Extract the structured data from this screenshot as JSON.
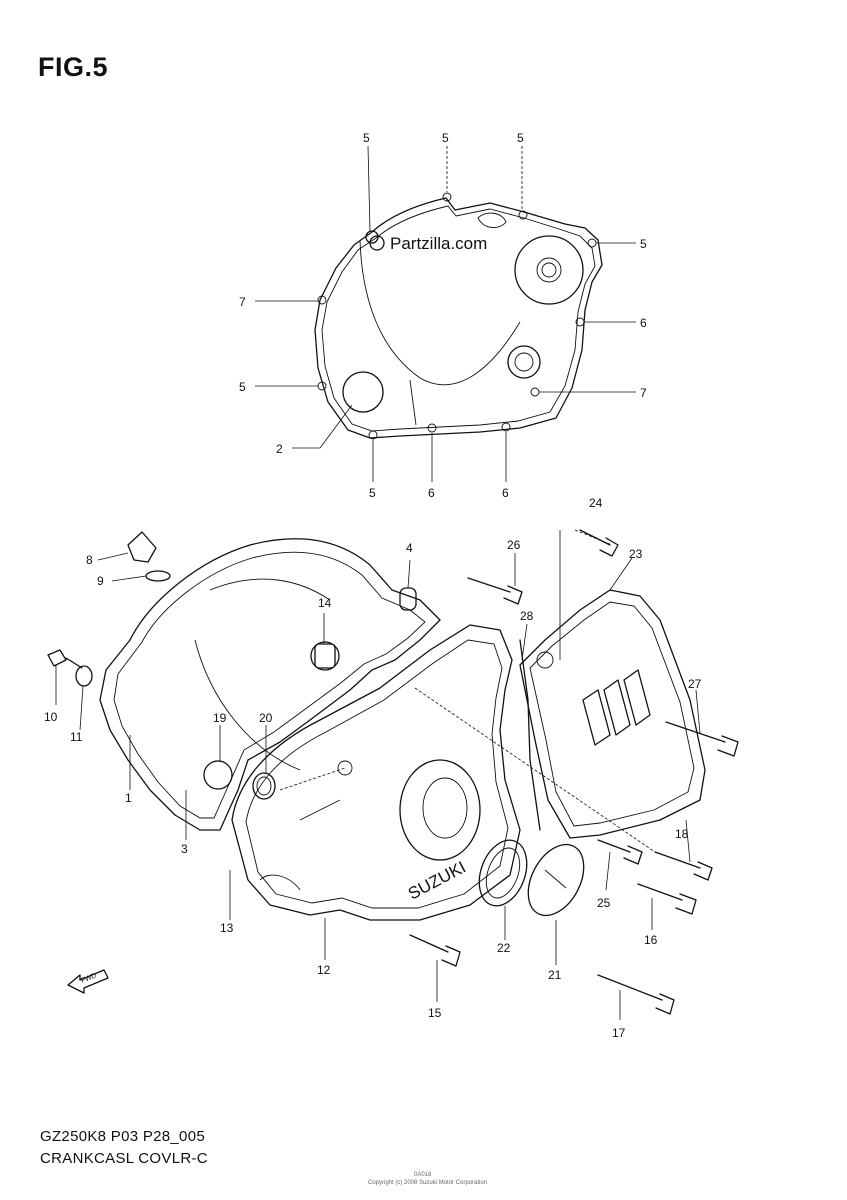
{
  "figure_title": "FIG.5",
  "watermark_text": "Partzilla.com",
  "fwd_label": "FWD",
  "footer": {
    "line1": "GZ250K8 P03 P28_005",
    "line2": "CRANKCASL COVLR-C"
  },
  "tiny_text": {
    "line1": "0A018",
    "line2": "Copyright (c) 2008 Suzuki Motor Corporation"
  },
  "callouts": [
    {
      "id": "c5a",
      "label": "5"
    },
    {
      "id": "c5b",
      "label": "5"
    },
    {
      "id": "c5c",
      "label": "5"
    },
    {
      "id": "c5d",
      "label": "5"
    },
    {
      "id": "c7a",
      "label": "7"
    },
    {
      "id": "c6a",
      "label": "6"
    },
    {
      "id": "c5e",
      "label": "5"
    },
    {
      "id": "c7b",
      "label": "7"
    },
    {
      "id": "c2",
      "label": "2"
    },
    {
      "id": "c5f",
      "label": "5"
    },
    {
      "id": "c6b",
      "label": "6"
    },
    {
      "id": "c6c",
      "label": "6"
    },
    {
      "id": "c24",
      "label": "24"
    },
    {
      "id": "c8",
      "label": "8"
    },
    {
      "id": "c4",
      "label": "4"
    },
    {
      "id": "c26",
      "label": "26"
    },
    {
      "id": "c23",
      "label": "23"
    },
    {
      "id": "c9",
      "label": "9"
    },
    {
      "id": "c14",
      "label": "14"
    },
    {
      "id": "c28",
      "label": "28"
    },
    {
      "id": "c27",
      "label": "27"
    },
    {
      "id": "c10",
      "label": "10"
    },
    {
      "id": "c11",
      "label": "11"
    },
    {
      "id": "c19",
      "label": "19"
    },
    {
      "id": "c20",
      "label": "20"
    },
    {
      "id": "c1",
      "label": "1"
    },
    {
      "id": "c3",
      "label": "3"
    },
    {
      "id": "c18",
      "label": "18"
    },
    {
      "id": "c25",
      "label": "25"
    },
    {
      "id": "c13",
      "label": "13"
    },
    {
      "id": "c16",
      "label": "16"
    },
    {
      "id": "c22",
      "label": "22"
    },
    {
      "id": "c21",
      "label": "21"
    },
    {
      "id": "c12",
      "label": "12"
    },
    {
      "id": "c15",
      "label": "15"
    },
    {
      "id": "c17",
      "label": "17"
    }
  ]
}
